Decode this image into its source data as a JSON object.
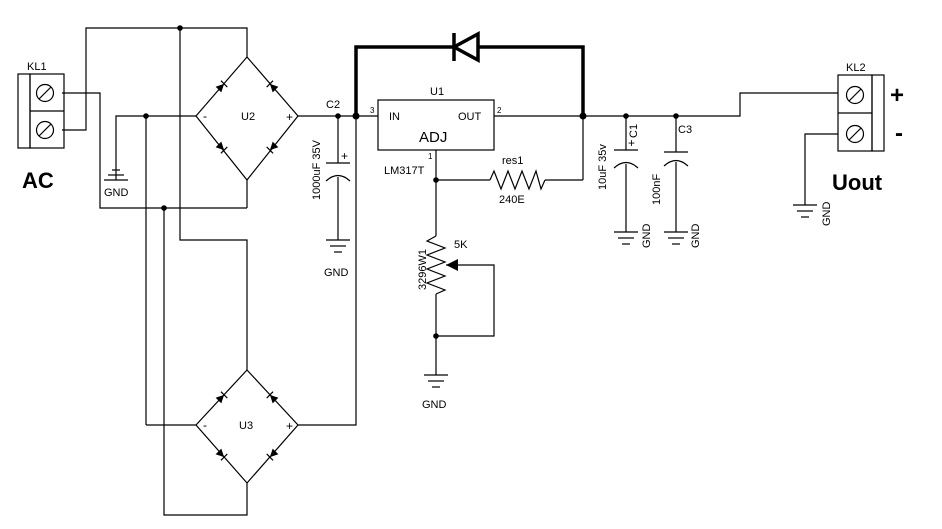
{
  "connectors": {
    "kl1": {
      "ref": "KL1",
      "caption": "AC"
    },
    "kl2": {
      "ref": "KL2",
      "caption": "Uout",
      "plus": "+",
      "minus": "-"
    }
  },
  "bridges": {
    "u2": {
      "ref": "U2",
      "minus": "-",
      "plus": "+"
    },
    "u3": {
      "ref": "U3",
      "minus": "-",
      "plus": "+"
    }
  },
  "regulator": {
    "ref": "U1",
    "part": "LM317T",
    "in_label": "IN",
    "out_label": "OUT",
    "adj_label": "ADJ",
    "pin_in": "3",
    "pin_out": "2",
    "pin_adj": "1"
  },
  "capacitors": {
    "c2": {
      "ref": "C2",
      "value": "1000uF 35V",
      "polarity": "+"
    },
    "c1": {
      "ref": "C1",
      "value": "10uF 35v",
      "polarity": "+"
    },
    "c3": {
      "ref": "C3",
      "value": "100nF"
    }
  },
  "resistor": {
    "ref": "res1",
    "value": "240E"
  },
  "potentiometer": {
    "ref": "3296W1",
    "value": "5K"
  },
  "ground_label": "GND"
}
